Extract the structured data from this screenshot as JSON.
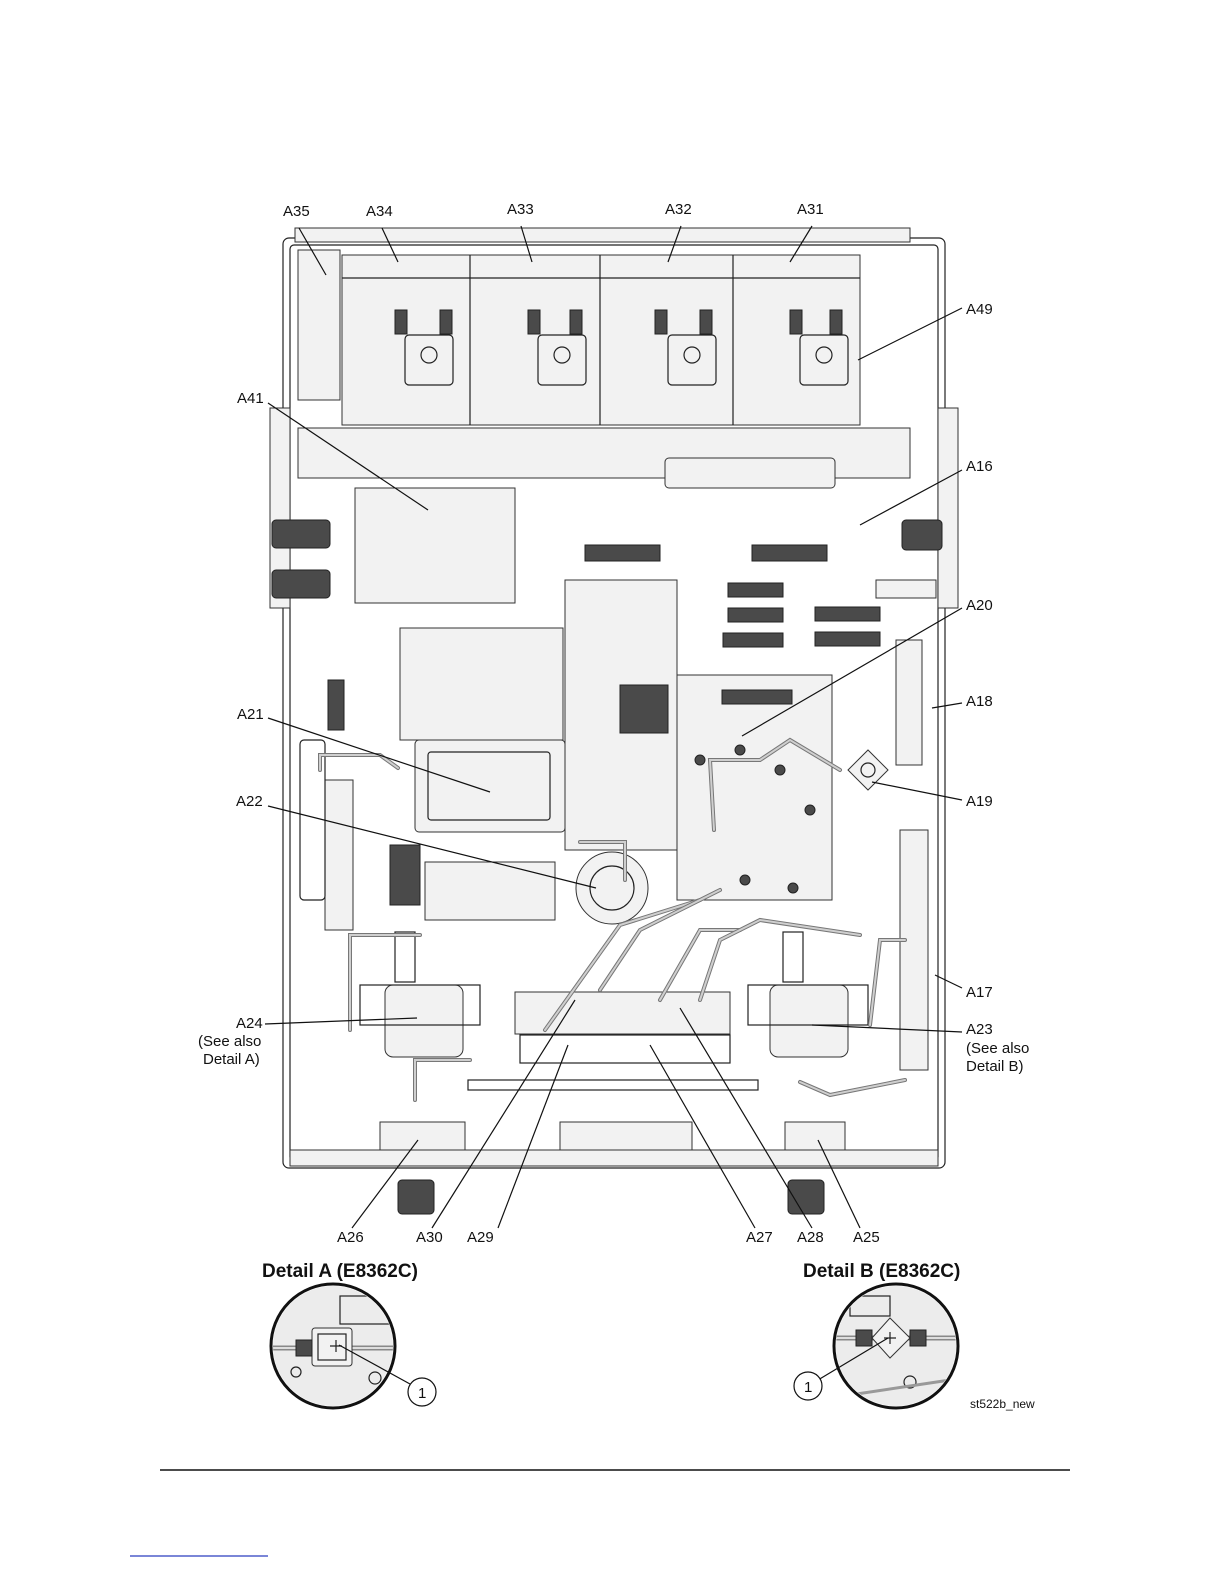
{
  "callouts": {
    "A35": "A35",
    "A34": "A34",
    "A33": "A33",
    "A32": "A32",
    "A31": "A31",
    "A49": "A49",
    "A41": "A41",
    "A16": "A16",
    "A20": "A20",
    "A18": "A18",
    "A21": "A21",
    "A19": "A19",
    "A22": "A22",
    "A17": "A17",
    "A24": "A24",
    "A24_note1": "(See also",
    "A24_note2": "Detail A)",
    "A23": "A23",
    "A23_note1": "(See also",
    "A23_note2": "Detail B)",
    "A26": "A26",
    "A30": "A30",
    "A29": "A29",
    "A27": "A27",
    "A28": "A28",
    "A25": "A25"
  },
  "details": {
    "a_title": "Detail A (E8362C)",
    "b_title": "Detail B (E8362C)",
    "a_item": "1",
    "b_item": "1"
  },
  "figure_id": "st522b_new"
}
